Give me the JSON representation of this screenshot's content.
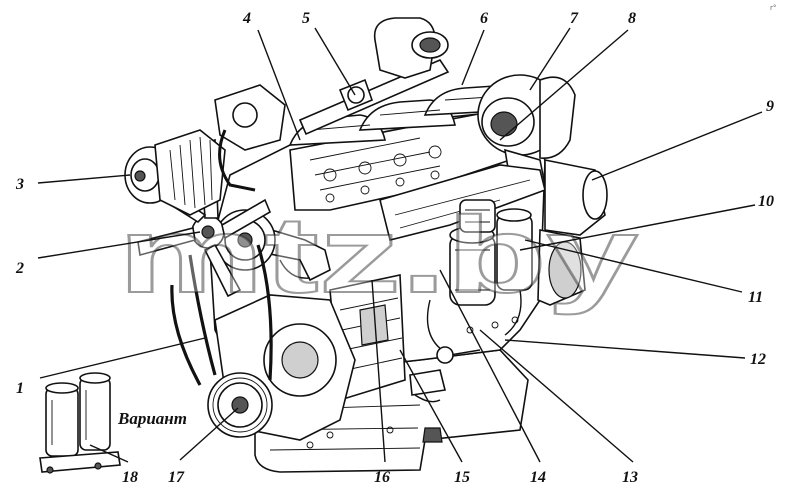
{
  "diagram": {
    "variant_label": "Вариант",
    "watermark": "mtz.by",
    "callouts": [
      {
        "id": "1",
        "text": "1"
      },
      {
        "id": "2",
        "text": "2"
      },
      {
        "id": "3",
        "text": "3"
      },
      {
        "id": "4",
        "text": "4"
      },
      {
        "id": "5",
        "text": "5"
      },
      {
        "id": "6",
        "text": "6"
      },
      {
        "id": "7",
        "text": "7"
      },
      {
        "id": "8",
        "text": "8"
      },
      {
        "id": "9",
        "text": "9"
      },
      {
        "id": "10",
        "text": "10"
      },
      {
        "id": "11",
        "text": "11"
      },
      {
        "id": "12",
        "text": "12"
      },
      {
        "id": "13",
        "text": "13"
      },
      {
        "id": "14",
        "text": "14"
      },
      {
        "id": "15",
        "text": "15"
      },
      {
        "id": "16",
        "text": "16"
      },
      {
        "id": "17",
        "text": "17"
      },
      {
        "id": "18",
        "text": "18"
      }
    ]
  },
  "corner_mark": "r°"
}
